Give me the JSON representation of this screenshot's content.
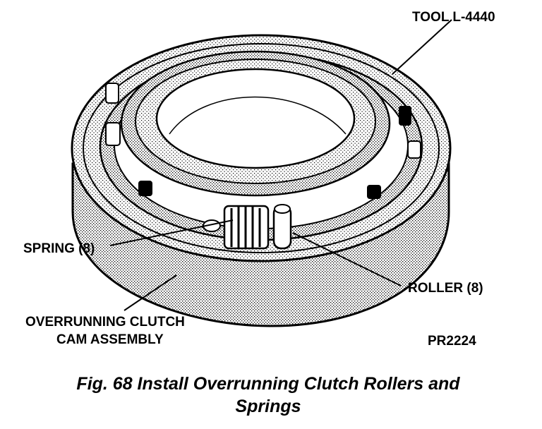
{
  "labels": {
    "tool": "TOOL L-4440",
    "spring": "SPRING (8)",
    "roller": "ROLLER (8)",
    "cam_line1": "OVERRUNNING CLUTCH",
    "cam_line2": "CAM ASSEMBLY",
    "figure_id": "PR2224"
  },
  "caption": {
    "line1": "Fig. 68 Install Overrunning Clutch Rollers and",
    "line2": "Springs"
  }
}
